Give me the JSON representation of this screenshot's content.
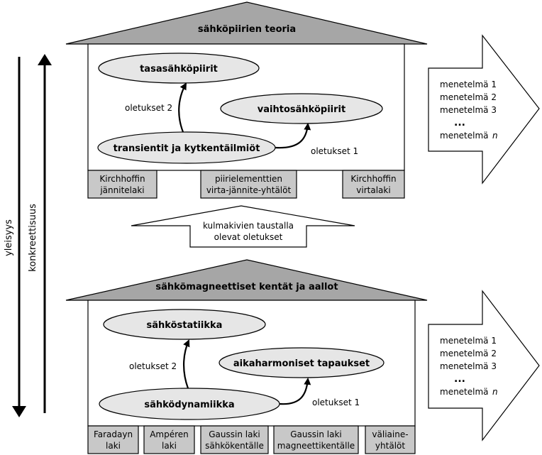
{
  "top_house": {
    "roof": "sähköpiirien teoria",
    "ellipses": {
      "top": "tasasähköpiirit",
      "right": "vaihtosähköpiirit",
      "bottom": "transientit ja kytkentäilmiöt"
    },
    "assumption_left": "oletukset 2",
    "assumption_right": "oletukset 1",
    "pillars": [
      [
        "Kirchhoffin",
        "jännitelaki"
      ],
      [
        "piirielementtien",
        "virta-jännite-yhtälöt"
      ],
      [
        "Kirchhoffin",
        "virtalaki"
      ]
    ],
    "methods": [
      "menetelmä 1",
      "menetelmä 2",
      "menetelmä 3",
      "...",
      "menetelmä",
      "n"
    ]
  },
  "middle_arrow": [
    "kulmakivien taustalla",
    "olevat oletukset"
  ],
  "bottom_house": {
    "roof": "sähkömagneettiset kentät ja aallot",
    "ellipses": {
      "top": "sähköstatiikka",
      "right": "aikaharmoniset tapaukset",
      "bottom": "sähködynamiikka"
    },
    "assumption_left": "oletukset 2",
    "assumption_right": "oletukset 1",
    "pillars": [
      [
        "Faradayn",
        "laki"
      ],
      [
        "Ampéren",
        "laki"
      ],
      [
        "Gaussin laki",
        "sähkökentälle"
      ],
      [
        "Gaussin laki",
        "magneettikentälle"
      ],
      [
        "väliaine-",
        "yhtälöt"
      ]
    ],
    "methods": [
      "menetelmä 1",
      "menetelmä 2",
      "menetelmä 3",
      "...",
      "menetelmä",
      "n"
    ]
  },
  "axes": {
    "generality": "yleisyys",
    "concreteness": "konkreettisuus"
  }
}
